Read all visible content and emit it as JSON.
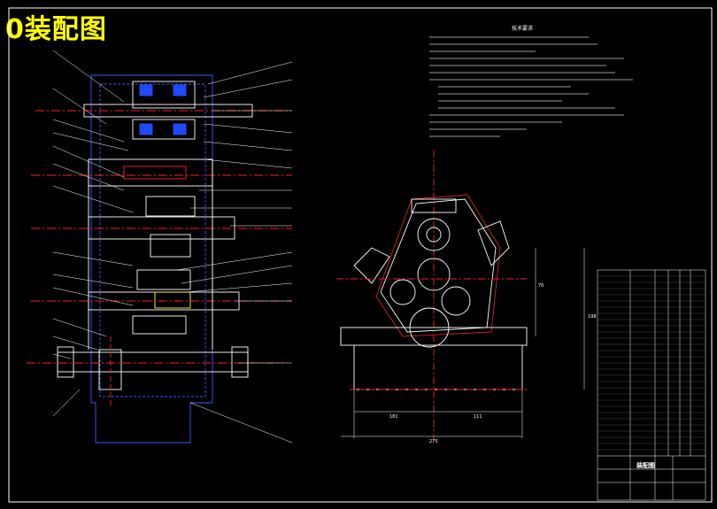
{
  "title": "0装配图",
  "frame_color": "#ffffff",
  "line_colors": {
    "part": "#ffffff",
    "hidden": "#3a5bff",
    "center": "#ff2020",
    "bearing": "#1e4bff",
    "annotation": "#ffffff"
  },
  "notes": {
    "heading": "技术要求"
  },
  "title_block": {
    "drawing_name": "装配图"
  },
  "dimensions": {
    "width_total": "275",
    "left_half": "181",
    "right_half": "111",
    "height_a": "70",
    "height_b": "198"
  },
  "icons": [
    "leader-arrow",
    "bearing-symbol",
    "gear-circle"
  ]
}
